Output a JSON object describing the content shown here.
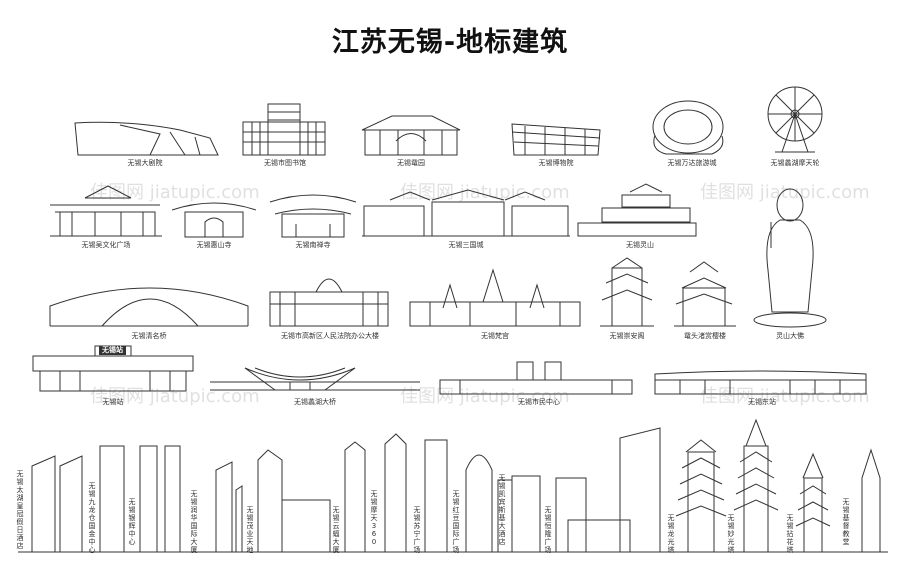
{
  "title": "江苏无锡-地标建筑",
  "watermark": "佳图网 jiatupic.com",
  "row1": [
    "无锡大剧院",
    "无锡市图书馆",
    "无锡鼋园",
    "无锡博物院",
    "无锡万达旅游城",
    "无锡蠡湖摩天轮"
  ],
  "row2": [
    "无锡吴文化广场",
    "无锡惠山寺",
    "无锡南禅寺",
    "无锡三国城",
    "无锡灵山"
  ],
  "row3": [
    "无锡清名桥",
    "无锡市高新区人民法院办公大楼",
    "无锡梵宫",
    "无锡崇安阁",
    "鼋头渚赏樱楼",
    "灵山大佛"
  ],
  "row4": [
    "无锡站",
    "无锡蠡湖大桥",
    "无锡市民中心",
    "无锡东站"
  ],
  "row5": [
    "无锡太湖皇冠假日酒店",
    "无锡九龙仓国金中心",
    "无锡银辉中心",
    "无锡润华国际大厦",
    "无锡茂业天地",
    "无锡云蝠大厦",
    "无锡摩天360",
    "无锡苏宁广场",
    "无锡红豆国际广场",
    "无锡凯宾斯基大酒店",
    "无锡恒隆广场",
    "无锡龙光塔",
    "无锡妙光塔",
    "无锡拈花塔",
    "无锡基督教堂"
  ],
  "station_sign": "无锡站"
}
